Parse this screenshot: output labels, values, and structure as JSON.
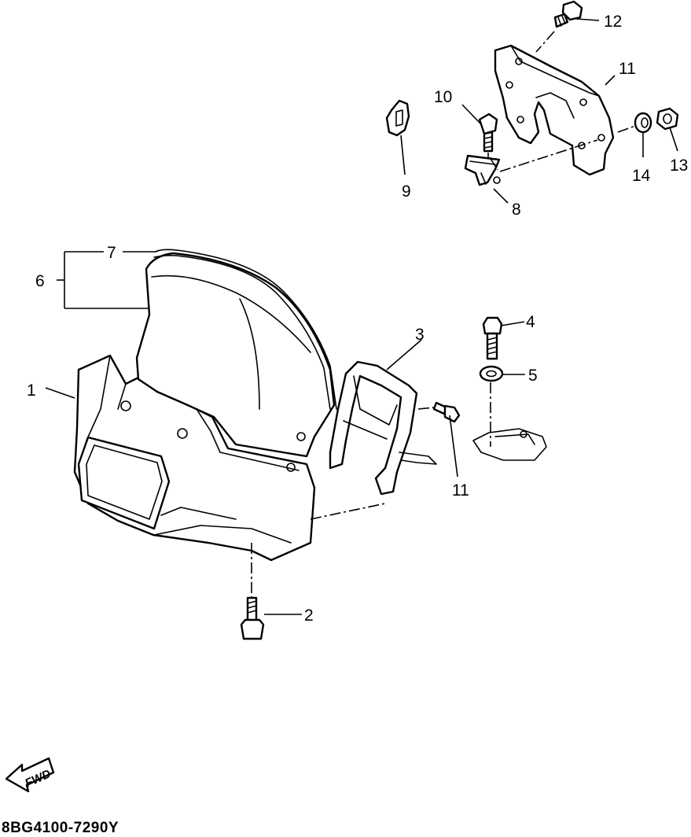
{
  "callouts": {
    "c1": "1",
    "c2": "2",
    "c3": "3",
    "c4": "4",
    "c5": "5",
    "c6": "6",
    "c7": "7",
    "c8": "8",
    "c9": "9",
    "c10": "10",
    "c11a": "11",
    "c11b": "11",
    "c12": "12",
    "c13": "13",
    "c14": "14"
  },
  "fwd_label": "FWD",
  "drawing_code": "8BG4100-7290Y"
}
